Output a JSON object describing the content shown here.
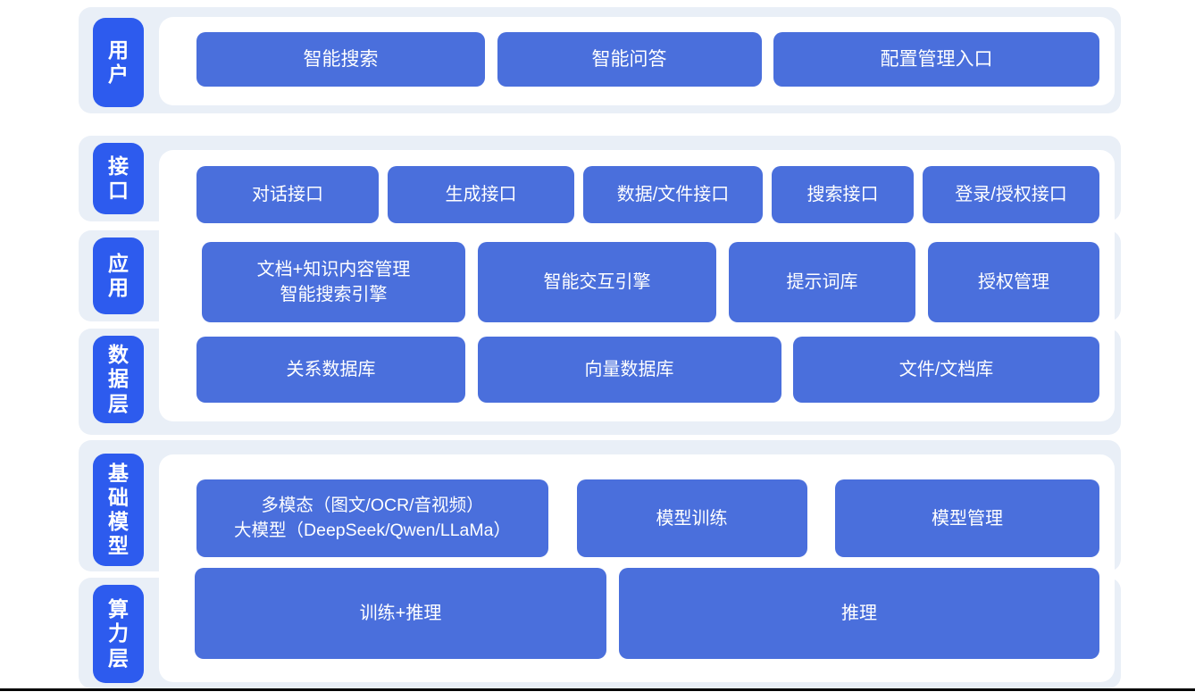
{
  "colors": {
    "page_bg": "#ffffff",
    "band_bg": "#e9eff7",
    "panel_bg": "#ffffff",
    "pill_blue": "#2d5bee",
    "button_blue": "#4a6fdc",
    "text_white": "#ffffff",
    "divider_black": "#050505"
  },
  "diagram": {
    "layer_labels": {
      "user": "用户",
      "interface": "接口",
      "application": "应用",
      "data": "数据层",
      "base_model": "基础模型",
      "compute": "算力层"
    },
    "rows": {
      "user": [
        "智能搜索",
        "智能问答",
        "配置管理入口"
      ],
      "interface": [
        "对话接口",
        "生成接口",
        "数据/文件接口",
        "搜索接口",
        "登录/授权接口"
      ],
      "application": [
        "文档+知识内容管理\n智能搜索引擎",
        "智能交互引擎",
        "提示词库",
        "授权管理"
      ],
      "data": [
        "关系数据库",
        "向量数据库",
        "文件/文档库"
      ],
      "base_model": [
        "多模态（图文/OCR/音视频）\n大模型（DeepSeek/Qwen/LLaMa）",
        "模型训练",
        "模型管理"
      ],
      "compute": [
        "训练+推理",
        "推理"
      ]
    }
  }
}
